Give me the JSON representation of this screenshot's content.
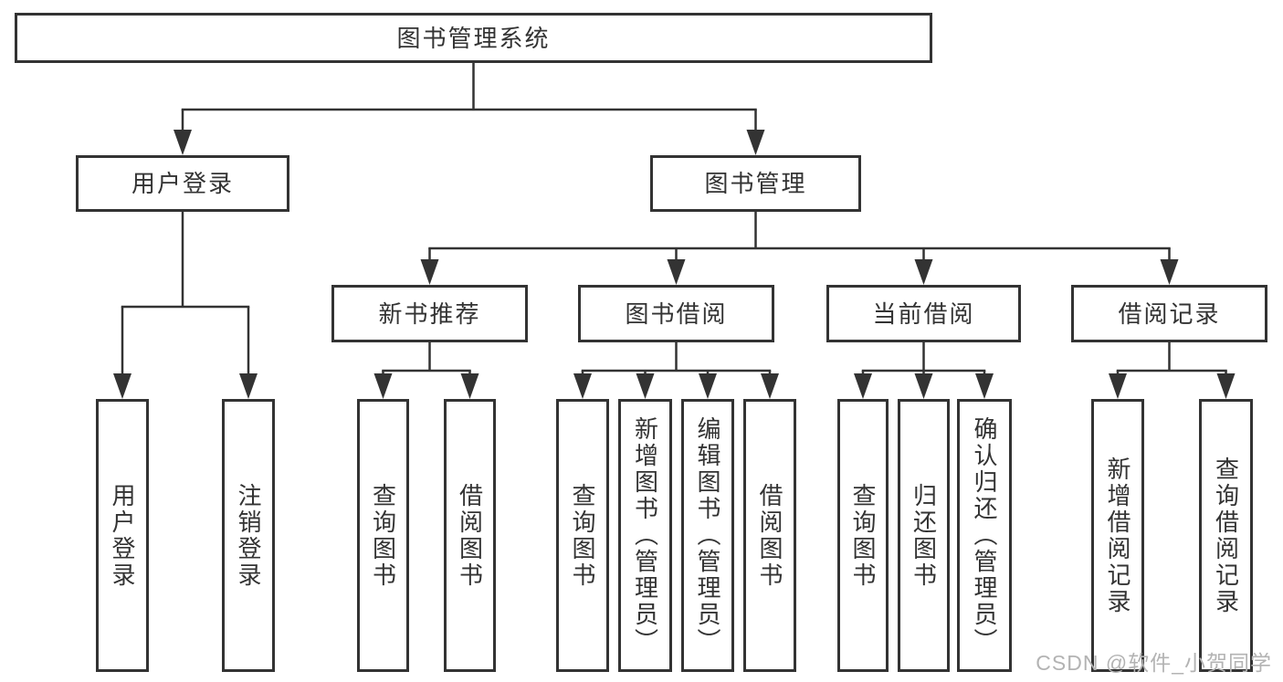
{
  "diagram": {
    "root": {
      "label": "图书管理系统"
    },
    "level2": [
      {
        "label": "用户登录"
      },
      {
        "label": "图书管理"
      }
    ],
    "level3": [
      {
        "parent": "图书管理",
        "label": "新书推荐"
      },
      {
        "parent": "图书管理",
        "label": "图书借阅"
      },
      {
        "parent": "图书管理",
        "label": "当前借阅"
      },
      {
        "parent": "图书管理",
        "label": "借阅记录"
      }
    ],
    "leaves": [
      {
        "parent": "用户登录",
        "label": "用户登录"
      },
      {
        "parent": "用户登录",
        "label": "注销登录"
      },
      {
        "parent": "新书推荐",
        "label": "查询图书"
      },
      {
        "parent": "新书推荐",
        "label": "借阅图书"
      },
      {
        "parent": "图书借阅",
        "label": "查询图书"
      },
      {
        "parent": "图书借阅",
        "label": "新增图书（管理员）"
      },
      {
        "parent": "图书借阅",
        "label": "编辑图书（管理员）"
      },
      {
        "parent": "图书借阅",
        "label": "借阅图书"
      },
      {
        "parent": "当前借阅",
        "label": "查询图书"
      },
      {
        "parent": "当前借阅",
        "label": "归还图书"
      },
      {
        "parent": "当前借阅",
        "label": "确认归还（管理员）"
      },
      {
        "parent": "借阅记录",
        "label": "新增借阅记录"
      },
      {
        "parent": "借阅记录",
        "label": "查询借阅记录"
      }
    ],
    "colors": {
      "line": "#333333",
      "text": "#333333",
      "box_background": "#ffffff",
      "watermark": "#b3b3b3",
      "background": "#ffffff"
    }
  },
  "watermark": {
    "text": "CSDN @软件_小贺同学"
  }
}
